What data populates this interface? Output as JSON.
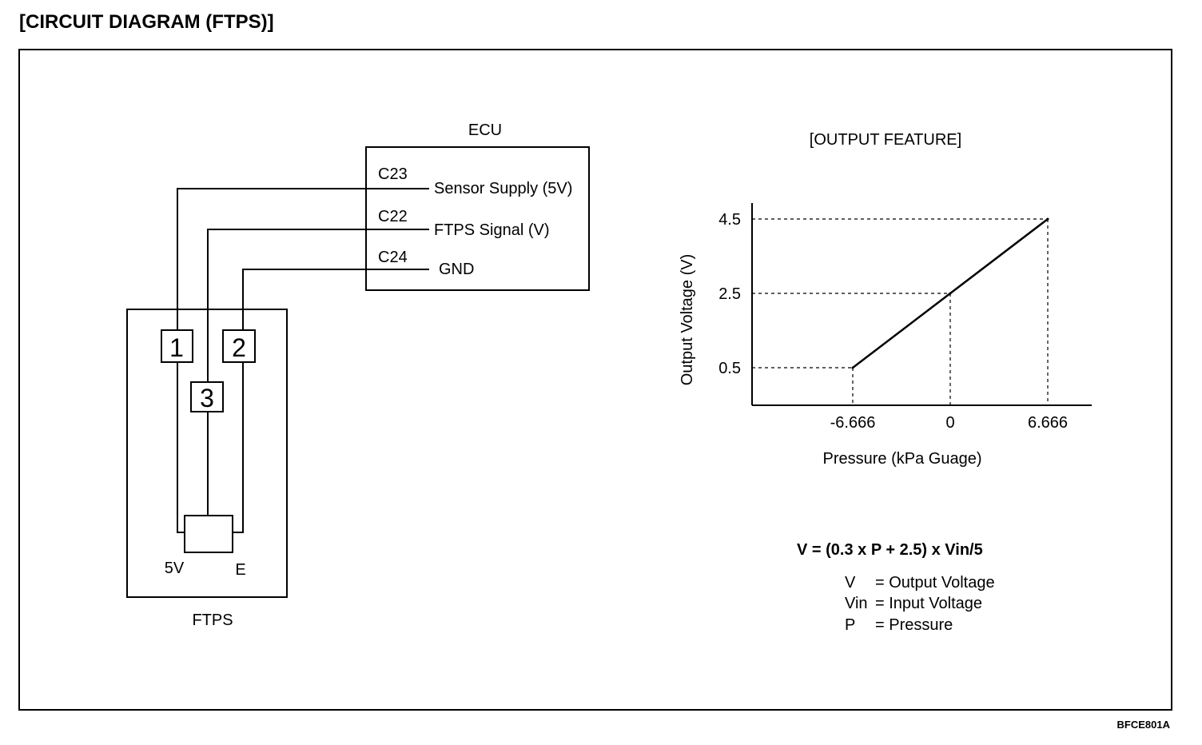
{
  "title": "[CIRCUIT  DIAGRAM  (FTPS)]",
  "ecu": {
    "label": "ECU",
    "pins": [
      {
        "code": "C23",
        "name": "Sensor Supply (5V)"
      },
      {
        "code": "C22",
        "name": "FTPS Signal (V)"
      },
      {
        "code": "C24",
        "name": "GND"
      }
    ]
  },
  "ftps": {
    "label": "FTPS",
    "terminals": [
      "1",
      "2",
      "3"
    ],
    "sensor_left": "5V",
    "sensor_right": "E"
  },
  "output_feature": {
    "title": "[OUTPUT FEATURE]",
    "ylabel": "Output Voltage (V)",
    "xlabel": "Pressure (kPa Guage)",
    "y_ticks": [
      "4.5",
      "2.5",
      "0.5"
    ],
    "x_ticks": [
      "-6.666",
      "0",
      "6.666"
    ]
  },
  "chart_data": {
    "type": "line",
    "xlabel": "Pressure (kPa Guage)",
    "ylabel": "Output Voltage (V)",
    "x": [
      -6.666,
      0,
      6.666
    ],
    "y": [
      0.5,
      2.5,
      4.5
    ]
  },
  "formula": {
    "equation": "V = (0.3 x P + 2.5) x Vin/5",
    "legend": [
      {
        "sym": "V",
        "def": "= Output Voltage"
      },
      {
        "sym": "Vin",
        "def": "= Input Voltage"
      },
      {
        "sym": "P",
        "def": "= Pressure"
      }
    ]
  },
  "code": "BFCE801A"
}
